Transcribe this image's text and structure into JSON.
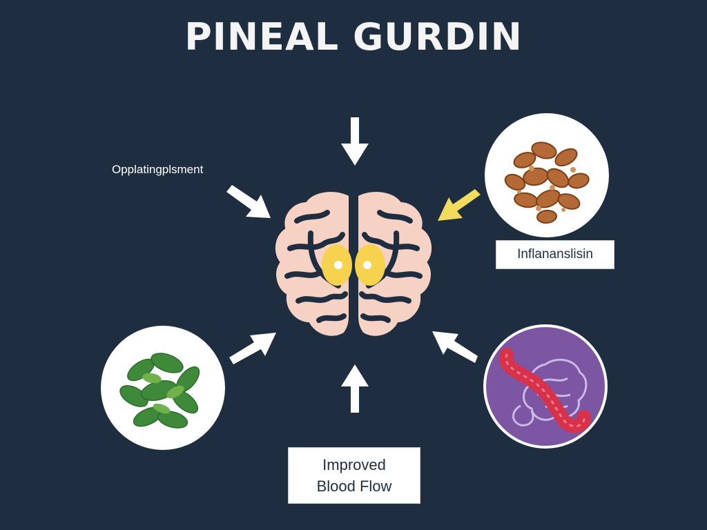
{
  "title": "PINEAL GURDIN",
  "labels": {
    "top_left": "Opplatingplsment",
    "right": "Inflananslisin",
    "bottom_line1": "Improved",
    "bottom_line2": "Blood Flow"
  },
  "colors": {
    "background": "#1f2d41",
    "arrow": "#ffffff",
    "highlight_arrow": "#f2dc5d",
    "brain_fill": "#f6d2c4",
    "brain_outline": "#1f2d41",
    "pineal_glow": "#f6d24e",
    "circle_purple": "#7c55a3",
    "gut_red": "#d8314a"
  },
  "icons": [
    "brain-icon",
    "walnuts-image",
    "leafy-greens-image",
    "brain-gut-icon"
  ]
}
